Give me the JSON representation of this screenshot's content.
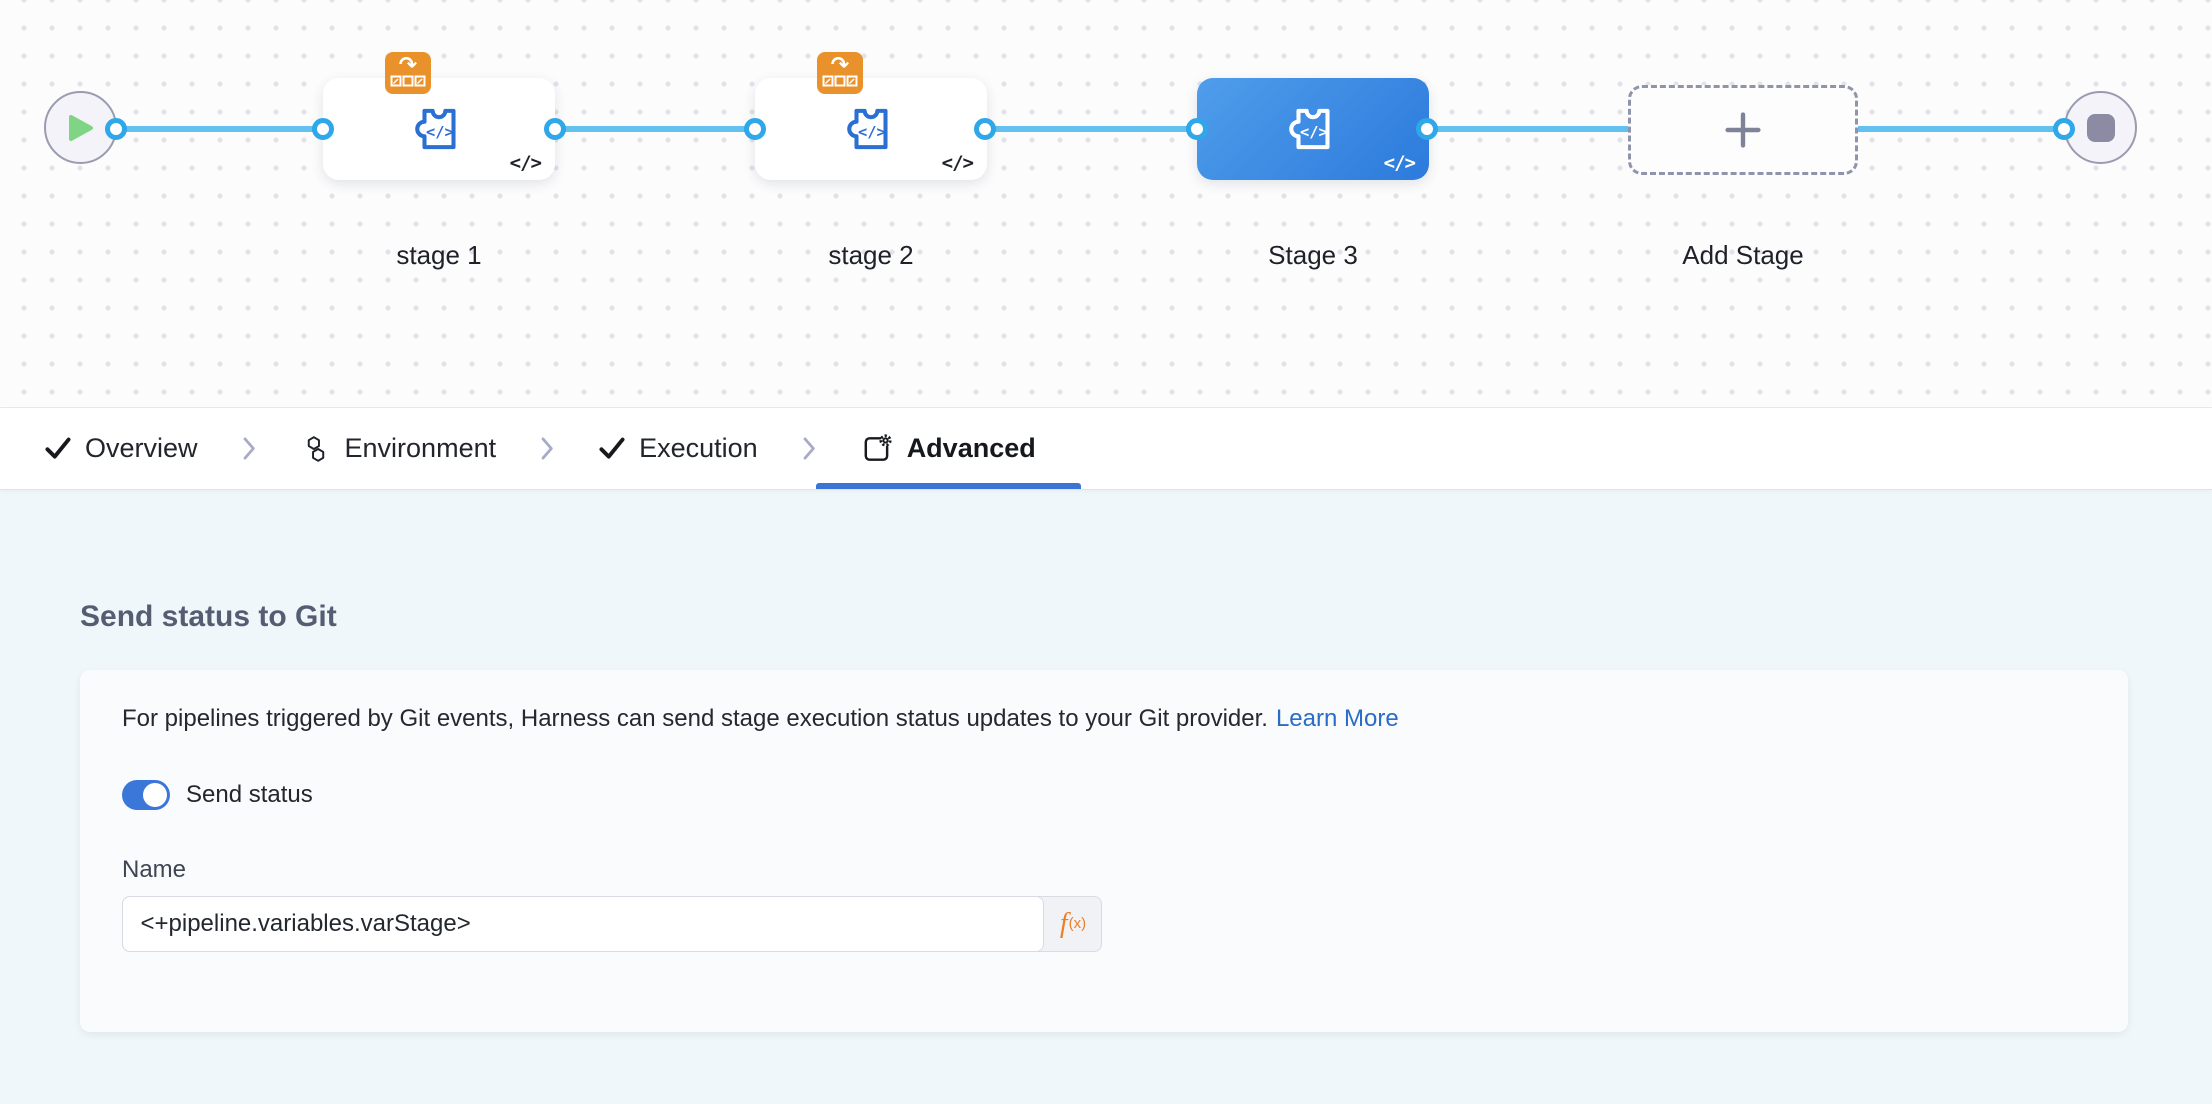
{
  "canvas": {
    "stages": [
      {
        "label": "stage 1",
        "selected": false,
        "has_badge": true
      },
      {
        "label": "stage 2",
        "selected": false,
        "has_badge": true
      },
      {
        "label": "Stage 3",
        "selected": true,
        "has_badge": false
      }
    ],
    "add_stage_label": "Add Stage",
    "code_badge": "</>"
  },
  "tabs": {
    "items": [
      {
        "label": "Overview",
        "icon": "check",
        "active": false
      },
      {
        "label": "Environment",
        "icon": "hexagons",
        "active": false
      },
      {
        "label": "Execution",
        "icon": "check",
        "active": false
      },
      {
        "label": "Advanced",
        "icon": "square-gear",
        "active": true
      }
    ]
  },
  "advanced_panel": {
    "title": "Send status to Git",
    "description": "For pipelines triggered by Git events, Harness can send stage execution status updates to your Git provider.",
    "learn_more_label": "Learn More",
    "toggle_label": "Send status",
    "toggle_on": true,
    "name_label": "Name",
    "name_value": "<+pipeline.variables.varStage>",
    "expression_button": {
      "f": "f",
      "sub": "(x)"
    }
  },
  "colors": {
    "accent_blue": "#3b74d4",
    "connector_blue": "#62c1ee",
    "port_ring_blue": "#2fa7e8",
    "selected_stage_gradient": [
      "#4f9dea",
      "#2c7adc"
    ],
    "stage_icon_blue": "#2b6fd3",
    "badge_orange": "#e9922b",
    "fx_orange": "#ee7e24",
    "link_blue": "#2a6cc6",
    "content_background": "#eff7fb"
  }
}
